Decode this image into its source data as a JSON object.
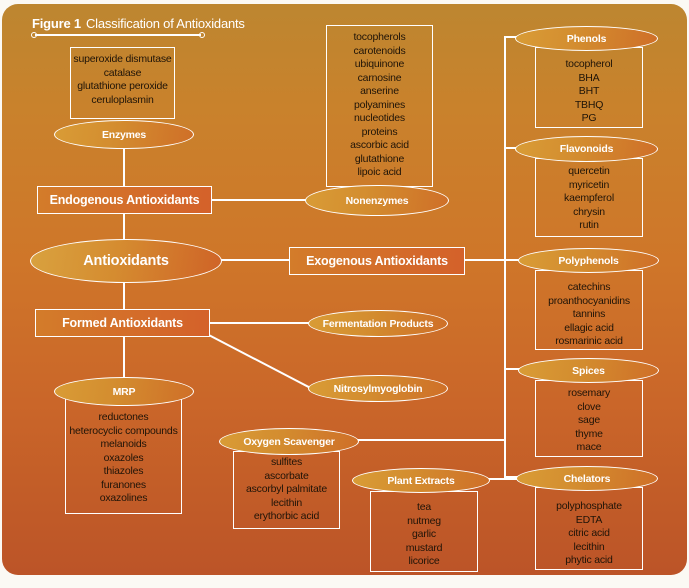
{
  "title": {
    "figure_label": "Figure 1",
    "figure_title": "Classification of Antioxidants"
  },
  "nodes": {
    "antioxidants": {
      "label": "Antioxidants"
    },
    "endogenous": {
      "label": "Endogenous Antioxidants"
    },
    "exogenous": {
      "label": "Exogenous Antioxidants"
    },
    "formed": {
      "label": "Formed Antioxidants"
    },
    "enzymes": {
      "label": "Enzymes",
      "items": [
        "superoxide dismutase",
        "catalase",
        "glutathione peroxide",
        "ceruloplasmin"
      ]
    },
    "nonenzymes": {
      "label": "Nonenzymes",
      "items": [
        "tocopherols",
        "carotenoids",
        "ubiquinone",
        "carnosine",
        "anserine",
        "polyamines",
        "nucleotides",
        "proteins",
        "ascorbic acid",
        "glutathione",
        "lipoic acid"
      ]
    },
    "phenols": {
      "label": "Phenols",
      "items": [
        "tocopherol",
        "BHA",
        "BHT",
        "TBHQ",
        "PG"
      ]
    },
    "flavonoids": {
      "label": "Flavonoids",
      "items": [
        "quercetin",
        "myricetin",
        "kaempferol",
        "chrysin",
        "rutin"
      ]
    },
    "polyphenols": {
      "label": "Polyphenols",
      "items": [
        "catechins",
        "proanthocyanidins",
        "tannins",
        "ellagic acid",
        "rosmarinic acid"
      ]
    },
    "spices": {
      "label": "Spices",
      "items": [
        "rosemary",
        "clove",
        "sage",
        "thyme",
        "mace"
      ]
    },
    "chelators": {
      "label": "Chelators",
      "items": [
        "polyphosphate",
        "EDTA",
        "citric acid",
        "lecithin",
        "phytic acid"
      ]
    },
    "fermentation_products": {
      "label": "Fermentation Products"
    },
    "nitrosylmyoglobin": {
      "label": "Nitrosylmyoglobin"
    },
    "mrp": {
      "label": "MRP",
      "items": [
        "reductones",
        "heterocyclic compounds",
        "melanoids",
        "oxazoles",
        "thiazoles",
        "furanones",
        "oxazolines"
      ]
    },
    "oxygen_scavenger": {
      "label": "Oxygen Scavenger",
      "items": [
        "sulfites",
        "ascorbate",
        "ascorbyl palmitate",
        "lecithin",
        "erythorbic acid"
      ]
    },
    "plant_extracts": {
      "label": "Plant Extracts",
      "items": [
        "tea",
        "nutmeg",
        "garlic",
        "mustard",
        "licorice"
      ]
    }
  },
  "edges": [
    [
      "antioxidants",
      "endogenous"
    ],
    [
      "antioxidants",
      "exogenous"
    ],
    [
      "antioxidants",
      "formed"
    ],
    [
      "endogenous",
      "enzymes"
    ],
    [
      "endogenous",
      "nonenzymes"
    ],
    [
      "exogenous",
      "phenols"
    ],
    [
      "exogenous",
      "flavonoids"
    ],
    [
      "exogenous",
      "polyphenols"
    ],
    [
      "exogenous",
      "spices"
    ],
    [
      "exogenous",
      "chelators"
    ],
    [
      "exogenous",
      "oxygen_scavenger"
    ],
    [
      "exogenous",
      "plant_extracts"
    ],
    [
      "formed",
      "fermentation_products"
    ],
    [
      "formed",
      "nitrosylmyoglobin"
    ],
    [
      "formed",
      "mrp"
    ]
  ],
  "colors": {
    "background_top": "#bd8630",
    "background_middle": "#cf7629",
    "background_bottom": "#bc5428",
    "category_box": "#d4702a",
    "ellipse_gold": "#d99c36",
    "ellipse_orange": "#cf6f28",
    "line": "#ffffff",
    "leaf_text": "#1f1408"
  }
}
